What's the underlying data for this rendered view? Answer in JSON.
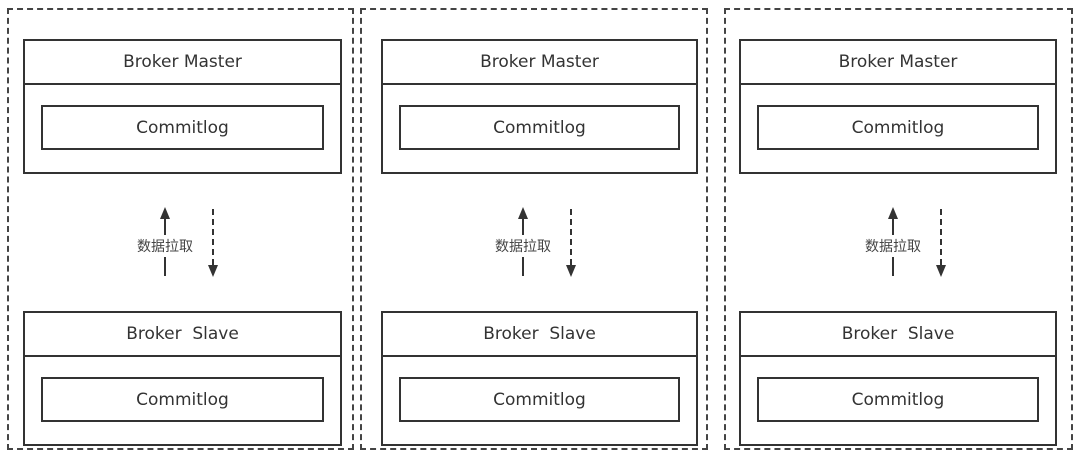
{
  "groups": [
    {
      "master": {
        "title": "Broker Master",
        "storage": "Commitlog"
      },
      "slave": {
        "title": "Broker  Slave",
        "storage": "Commitlog"
      },
      "link_label": "数据拉取"
    },
    {
      "master": {
        "title": "Broker Master",
        "storage": "Commitlog"
      },
      "slave": {
        "title": "Broker  Slave",
        "storage": "Commitlog"
      },
      "link_label": "数据拉取"
    },
    {
      "master": {
        "title": "Broker Master",
        "storage": "Commitlog"
      },
      "slave": {
        "title": "Broker  Slave",
        "storage": "Commitlog"
      },
      "link_label": "数据拉取"
    }
  ],
  "colors": {
    "line": "#333333",
    "dash": "#444444",
    "background": "#ffffff"
  }
}
